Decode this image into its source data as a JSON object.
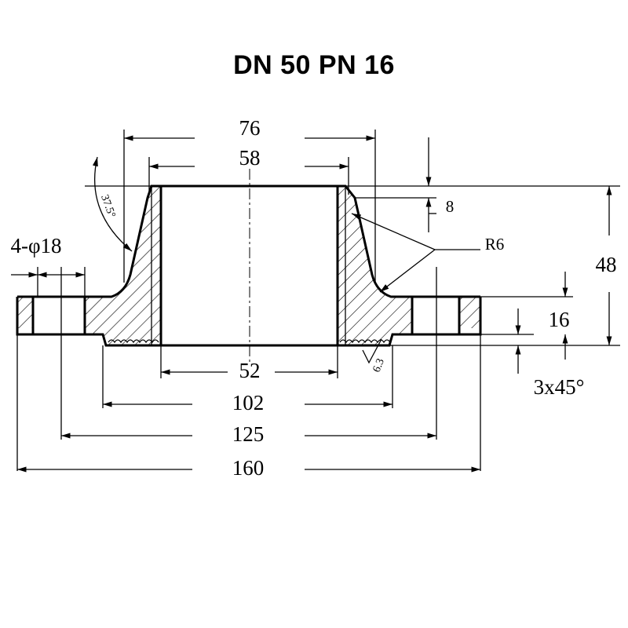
{
  "title": "DN 50 PN 16",
  "dimensions": {
    "d76": "76",
    "d58": "58",
    "d8": "8",
    "r6": "R6",
    "d48": "48",
    "d16": "16",
    "d52": "52",
    "d102": "102",
    "d125": "125",
    "d160": "160",
    "bolt_holes": "4-φ18",
    "chamfer": "3x45°",
    "angle": "37.5°",
    "roughness": "6.3"
  },
  "colors": {
    "line": "#000000",
    "background": "#ffffff"
  }
}
